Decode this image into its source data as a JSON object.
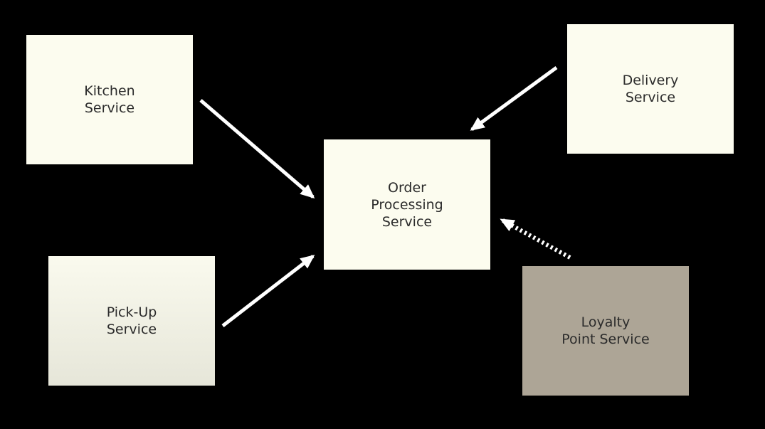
{
  "colors": {
    "background": "#000000",
    "box_fill": "#fcfcef",
    "pickup_fill_top": "#fafaee",
    "pickup_fill_bottom": "#e6e6d9",
    "loyalty_fill": "#ada596",
    "arrow": "#ffffff",
    "text": "#2b2b2b"
  },
  "boxes": {
    "kitchen": {
      "line1": "Kitchen",
      "line2": "Service"
    },
    "delivery": {
      "line1": "Delivery",
      "line2": "Service"
    },
    "order": {
      "line1": "Order",
      "line2": "Processing",
      "line3": "Service"
    },
    "pickup": {
      "line1": "Pick-Up",
      "line2": "Service"
    },
    "loyalty": {
      "line1": "Loyalty",
      "line2": "Point Service"
    }
  },
  "arrows": [
    {
      "from": "kitchen",
      "to": "order",
      "style": "solid"
    },
    {
      "from": "delivery",
      "to": "order",
      "style": "solid"
    },
    {
      "from": "pickup",
      "to": "order",
      "style": "solid"
    },
    {
      "from": "loyalty",
      "to": "order",
      "style": "dotted"
    }
  ]
}
